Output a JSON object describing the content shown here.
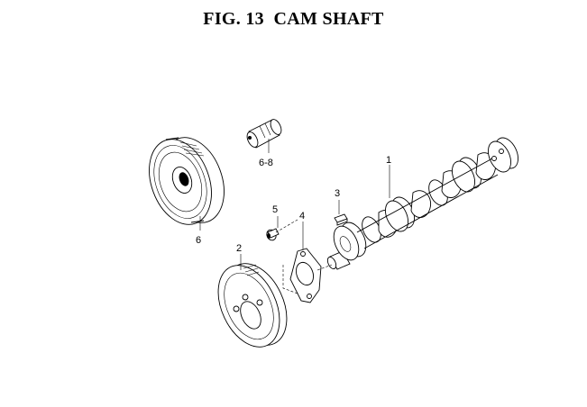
{
  "title": "FIG. 13  CAM SHAFT",
  "parts": [
    {
      "id": "camshaft",
      "label": "1"
    },
    {
      "id": "timing-gear",
      "label": "2"
    },
    {
      "id": "key",
      "label": "3"
    },
    {
      "id": "thrust-plate",
      "label": "4"
    },
    {
      "id": "bolt",
      "label": "5"
    },
    {
      "id": "pulley",
      "label": "6"
    },
    {
      "id": "hub",
      "label": "6-8"
    }
  ]
}
